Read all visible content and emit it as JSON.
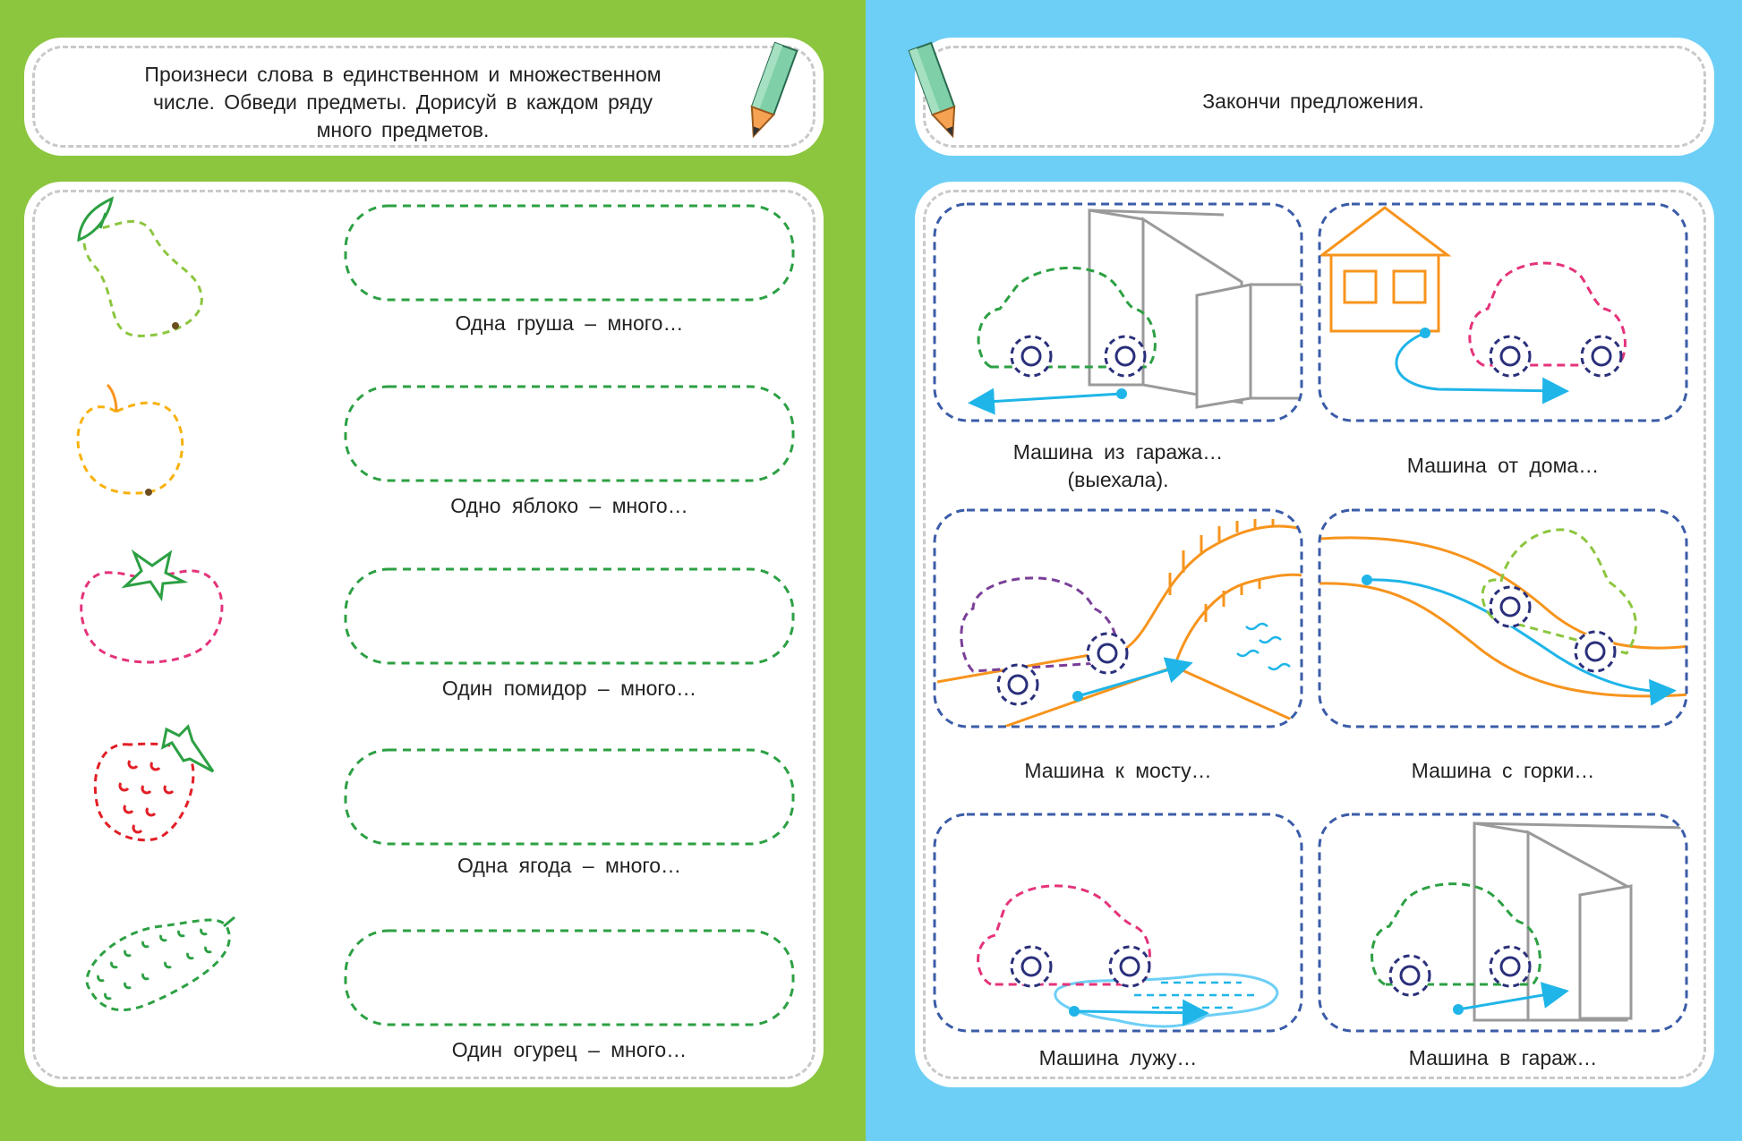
{
  "left_page": {
    "instruction": [
      "Произнеси слова в единственном и множественном",
      "числе. Обведи предметы. Дорисуй в каждом ряду",
      "много предметов."
    ],
    "rows": [
      {
        "item": "pear",
        "caption": "Одна груша – много…"
      },
      {
        "item": "apple",
        "caption": "Одно яблоко – много…"
      },
      {
        "item": "tomato",
        "caption": "Один помидор – много…"
      },
      {
        "item": "strawberry",
        "caption": "Одна ягода – много…"
      },
      {
        "item": "cucumber",
        "caption": "Один огурец – много…"
      }
    ]
  },
  "right_page": {
    "instruction": "Закончи предложения.",
    "panels": [
      {
        "scene": "car-leaving-garage",
        "caption": "Машина из гаража…",
        "caption_extra": "(выехала)."
      },
      {
        "scene": "car-leaving-house",
        "caption": "Машина от дома…"
      },
      {
        "scene": "car-to-bridge",
        "caption": "Машина к мосту…"
      },
      {
        "scene": "car-down-hill",
        "caption": "Машина с горки…"
      },
      {
        "scene": "car-through-puddle",
        "caption": "Машина лужу…"
      },
      {
        "scene": "car-into-garage",
        "caption": "Машина в гараж…"
      }
    ]
  },
  "colors": {
    "left_bg": "#8cc63f",
    "right_bg": "#6dcff6",
    "trace_green": "#2ca043",
    "trace_pink": "#e5337a",
    "trace_purple": "#7b3f99",
    "trace_red": "#e21e26",
    "trace_yellow": "#f7b20d",
    "wheel_navy": "#2a2f7a",
    "arrow_blue": "#1fb5e8",
    "panel_border": "#3b5ca8",
    "orange": "#f7941d",
    "gray": "#9a9a9a"
  }
}
